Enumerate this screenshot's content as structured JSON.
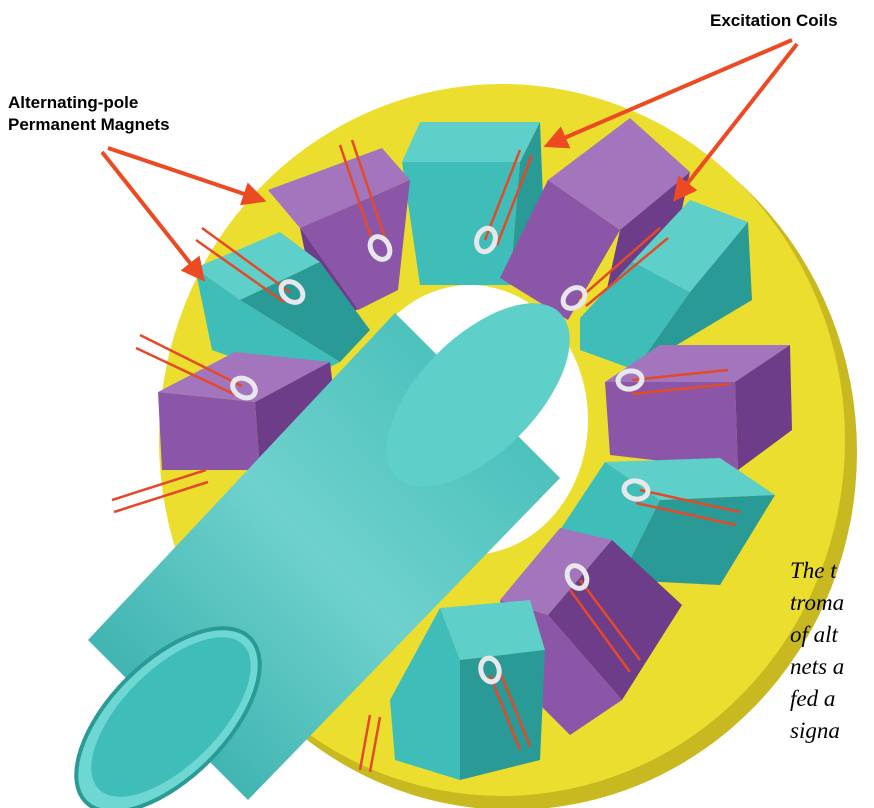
{
  "labels": {
    "excitation_coils": "Excitation Coils",
    "magnets_line1": "Alternating-pole",
    "magnets_line2": "Permanent Magnets"
  },
  "caption": {
    "lines": [
      "The t",
      "troma",
      "of alt",
      "nets a",
      "fed a",
      "signa"
    ]
  },
  "colors": {
    "ring": "#ecde2e",
    "ring_edge": "#c9b920",
    "teal": "#3fbdb8",
    "teal_dark": "#2a9a96",
    "purple": "#8b56a8",
    "purple_dark": "#6d3d8a",
    "arrow": "#ec4a22",
    "wire": "#e24a2a",
    "loop": "#e8e8ec"
  },
  "components": {
    "ring": "yellow-ring",
    "shaft": "teal-shaft",
    "magnet_blocks": "purple-blocks",
    "coil_blocks": "teal-blocks"
  }
}
